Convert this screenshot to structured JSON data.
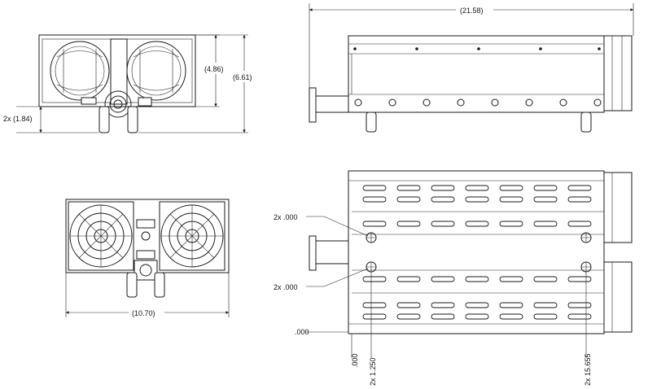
{
  "views": {
    "front": {
      "dim_height_inner": "(4.86)",
      "dim_height_total": "(6.61)",
      "dim_left": "2x  (1.84)"
    },
    "side": {
      "dim_length": "(21.58)"
    },
    "rear": {
      "dim_width": "(10.70)"
    },
    "top": {
      "label_2x_000_upper": "2x  .000",
      "label_2x_000_lower": "2x  .000",
      "label_000_left": ".000",
      "label_000_bottom": ".000",
      "label_1250": "2x  1.250",
      "label_15655": "2x  15.655"
    }
  }
}
